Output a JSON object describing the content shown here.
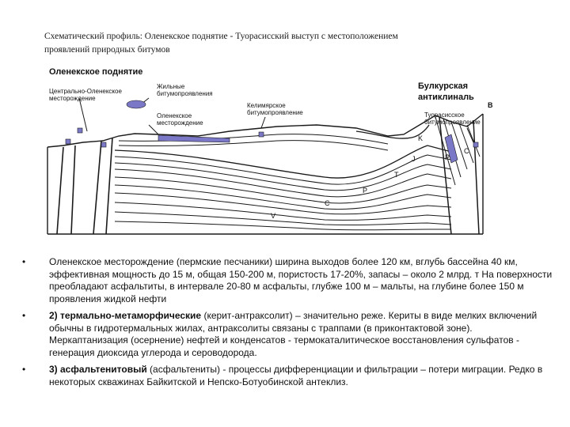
{
  "slide": {
    "title_line1": "Схематический профиль: Оленекское поднятие - Туорасисский выступ с местоположением",
    "title_line2": "проявлений природных битумов"
  },
  "figure": {
    "labels": {
      "olenek_uplift": "Оленекское поднятие",
      "central_olenek_1": "Центрально-Оленекское",
      "central_olenek_2": "месторождение",
      "vein_bitumen_1": "Жильные",
      "vein_bitumen_2": "битумопроявления",
      "olenek_field_1": "Оленекское",
      "olenek_field_2": "месторождение",
      "kelimyar_1": "Келимярское",
      "kelimyar_2": "битумопроявление",
      "bulkur_1": "Булкурская",
      "bulkur_2": "антиклиналь",
      "tuoras_1": "Туорасисское",
      "tuoras_2": "битумопроявление",
      "k": "K",
      "j": "J",
      "t": "T",
      "p_upper": "P",
      "c": "C",
      "v": "V",
      "p_right": "P",
      "c_right": "C",
      "b": "B"
    },
    "colors": {
      "bitumen": "#7b78c8",
      "line": "#1a1a1a"
    }
  },
  "bullets": [
    {
      "marker": "•",
      "bold": "",
      "text": "Оленекское месторождение (пермские песчаники) ширина выходов более 120 км, вглубь бассейна 40 км, эффективная мощность до 15 м, общая 150-200 м, пористость 17-20%, запасы – около 2 млрд. т На поверхности преобладают асфальтиты, в интервале 20-80 м асфальты, глубже 100 м – мальты, на глубине более 150 м проявления жидкой нефти"
    },
    {
      "marker": "•",
      "bold": "2) термально-метаморфические",
      "text": " (керит-антраксолит) – значительно реже. Кериты в виде мелких включений обычны в гидротермальных жилах, антраксолиты связаны с траппами (в приконтактовой зоне). Меркаптанизация (осернение) нефтей и конденсатов - термокаталитическое восстановления сульфатов - генерация диоксида углерода и сероводорода."
    },
    {
      "marker": "•",
      "bold": "3) асфальтенитовый",
      "text": " (асфальтениты) - процессы дифференциации и фильтрации – потери миграции. Редко в некоторых скважинах Байкитской и Непско-Ботуобинской антеклиз."
    }
  ]
}
